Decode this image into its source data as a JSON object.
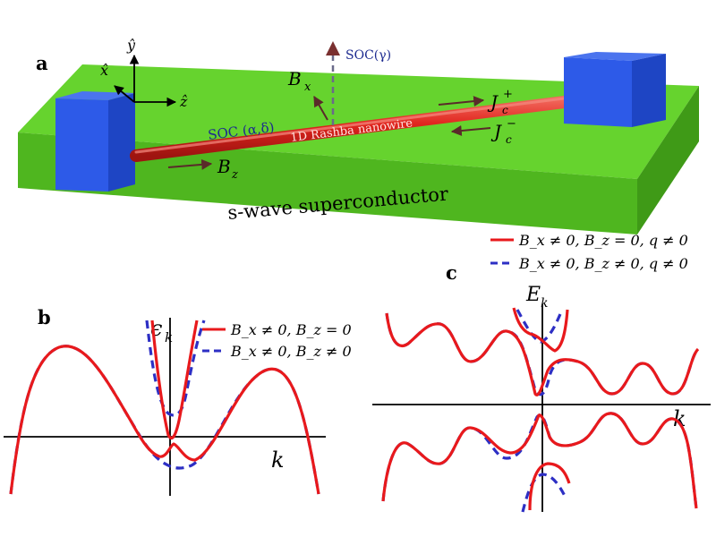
{
  "panels": {
    "a": "a",
    "b": "b",
    "c": "c"
  },
  "schematic": {
    "substrate_label": "s-wave superconductor",
    "nanowire_label": "1D Rashba nanowire",
    "soc_wire_label": "SOC (α,δ)",
    "soc_gamma_label": "SOC(γ)",
    "bx_label": "B",
    "bx_sub": "x",
    "bz_label": "B",
    "bz_sub": "z",
    "jplus_label": "J",
    "jplus_sub": "c",
    "jplus_sup": "+",
    "jminus_label": "J",
    "jminus_sub": "c",
    "jminus_sup": "−",
    "axis_y": "ŷ",
    "axis_x": "x̂",
    "axis_z": "ẑ",
    "colors": {
      "substrate": "#5ecc2a",
      "blocks": "#2b59e6",
      "wire": "#e0251e",
      "soc_arrow": "#7a3030"
    }
  },
  "panel_b": {
    "ylabel": "ϵ",
    "ylabel_sub": "k",
    "xlabel": "k",
    "legend": [
      {
        "text": "B_x ≠ 0, B_z = 0",
        "style": "solid",
        "color": "#e8191c"
      },
      {
        "text": "B_x ≠ 0, B_z ≠ 0",
        "style": "dashed",
        "color": "#2d2fc4"
      }
    ]
  },
  "panel_c": {
    "ylabel": "E",
    "ylabel_sub": "k",
    "xlabel": "k",
    "legend": [
      {
        "text": "B_x ≠ 0, B_z = 0, q ≠ 0",
        "style": "solid",
        "color": "#e8191c"
      },
      {
        "text": "B_x ≠ 0, B_z ≠ 0, q ≠ 0",
        "style": "dashed",
        "color": "#2d2fc4"
      }
    ]
  }
}
